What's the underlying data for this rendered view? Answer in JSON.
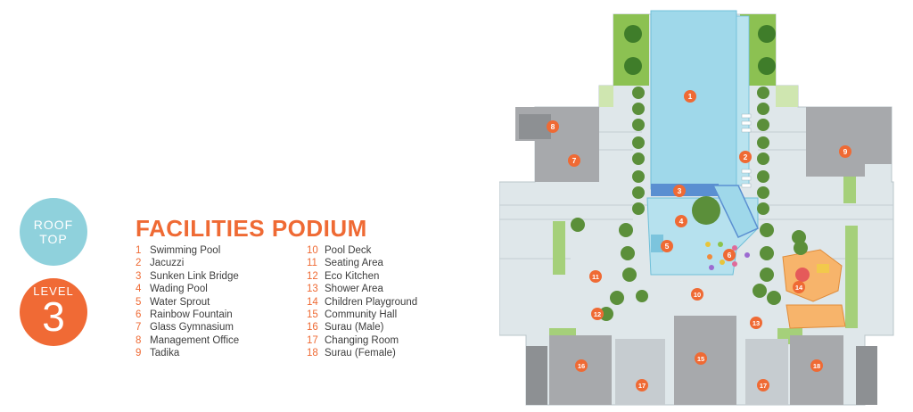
{
  "badges": {
    "roof_line1": "ROOF",
    "roof_line2": "TOP",
    "level_word": "LEVEL",
    "level_number": "3"
  },
  "title": "FACILITIES PODIUM",
  "legend": [
    {
      "num": "1",
      "label": "Swimming Pool"
    },
    {
      "num": "2",
      "label": "Jacuzzi"
    },
    {
      "num": "3",
      "label": "Sunken Link Bridge"
    },
    {
      "num": "4",
      "label": "Wading Pool"
    },
    {
      "num": "5",
      "label": "Water Sprout"
    },
    {
      "num": "6",
      "label": "Rainbow Fountain"
    },
    {
      "num": "7",
      "label": "Glass Gymnasium"
    },
    {
      "num": "8",
      "label": "Management Office"
    },
    {
      "num": "9",
      "label": "Tadika"
    },
    {
      "num": "10",
      "label": "Pool Deck"
    },
    {
      "num": "11",
      "label": "Seating Area"
    },
    {
      "num": "12",
      "label": "Eco Kitchen"
    },
    {
      "num": "13",
      "label": "Shower Area"
    },
    {
      "num": "14",
      "label": "Children Playground"
    },
    {
      "num": "15",
      "label": "Community Hall"
    },
    {
      "num": "16",
      "label": "Surau (Male)"
    },
    {
      "num": "17",
      "label": "Changing Room"
    },
    {
      "num": "18",
      "label": "Surau (Female)"
    }
  ],
  "map_markers": [
    "1",
    "2",
    "3",
    "4",
    "5",
    "6",
    "7",
    "8",
    "9",
    "10",
    "11",
    "12",
    "13",
    "14",
    "15",
    "16",
    "17",
    "17",
    "18"
  ],
  "colors": {
    "accent": "#ef6a34",
    "roof_badge": "#8fd1dc",
    "pool": "#9fd8ea",
    "building": "#a7a9ac",
    "deck": "#dfe7ea",
    "green": "#9ccc65"
  }
}
